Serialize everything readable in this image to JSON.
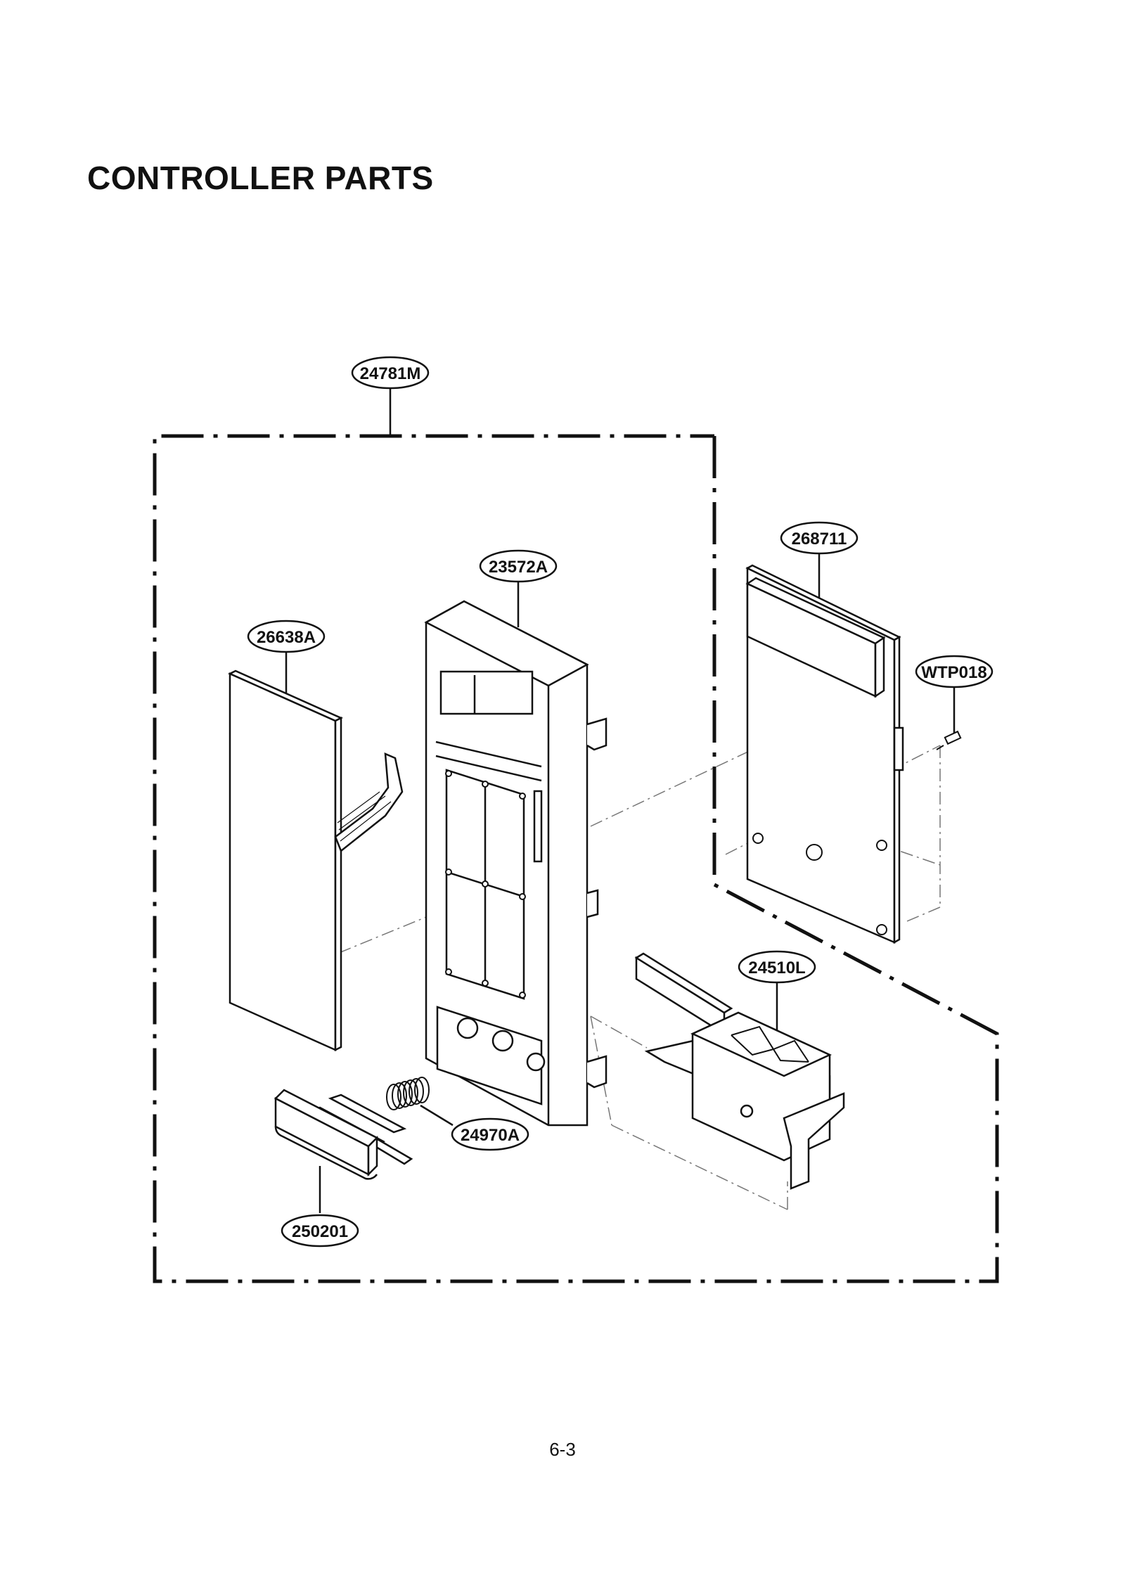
{
  "page": {
    "title": "CONTROLLER PARTS",
    "page_number": "6-3"
  },
  "diagram": {
    "callouts": {
      "assembly": "24781M",
      "panel_frame": "23572A",
      "sheet": "26638A",
      "pcb": "268711",
      "screw": "WTP018",
      "latch": "24510L",
      "spring": "24970A",
      "button": "250201"
    }
  }
}
